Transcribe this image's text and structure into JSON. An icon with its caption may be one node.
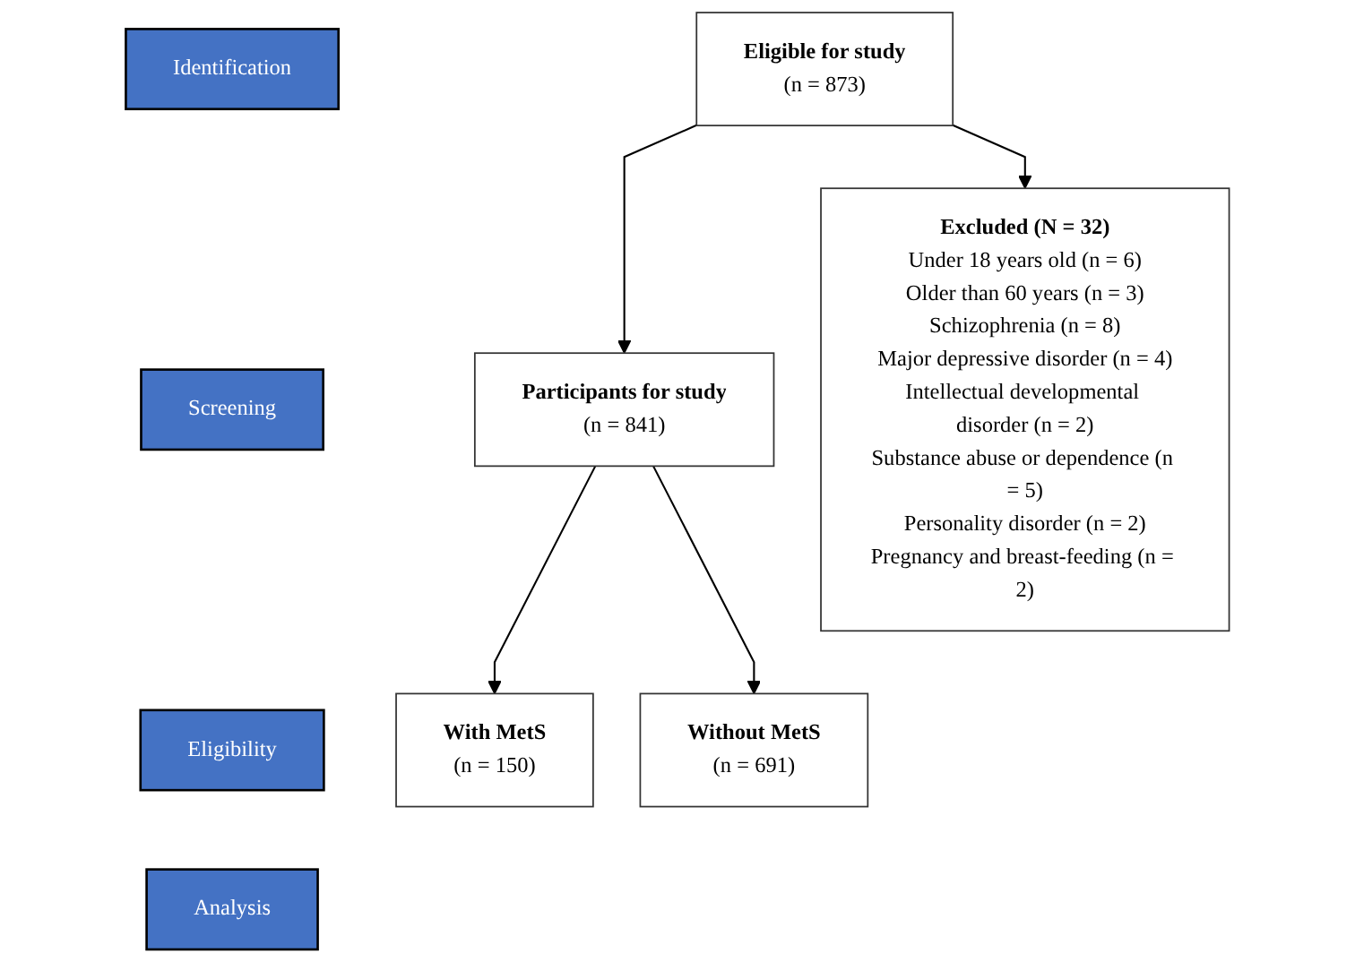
{
  "diagram": {
    "nodes": [
      {
        "text": [
          "Identification"
        ]
      },
      {
        "text": [
          "Screening"
        ]
      },
      {
        "text": [
          "Eligibility"
        ]
      },
      {
        "text": [
          "Analysis"
        ]
      },
      {
        "text": [
          "Eligible for study",
          "(n = 873)"
        ]
      },
      {
        "text": [
          "Excluded (N = 32)",
          "Under 18 years old (n = 6)",
          "Older than 60 years (n = 3)",
          "Schizophrenia (n = 8)",
          "Major depressive disorder (n = 4)",
          "Intellectual developmental disorder (n = 2)",
          "Substance abuse or dependence (n = 5)",
          "Personality disorder (n = 2)",
          "Pregnancy and breast-feeding (n = 2)"
        ]
      },
      {
        "text": [
          "Participants for study",
          "(n = 841)"
        ]
      },
      {
        "text": [
          "With MetS",
          "(n = 150)"
        ]
      },
      {
        "text": [
          "Without MetS",
          "(n = 691)"
        ]
      }
    ],
    "edges": [
      {
        "from": 4,
        "to": 6,
        "arrow": "to"
      },
      {
        "from": 4,
        "to": 5,
        "arrow": "to"
      },
      {
        "from": 6,
        "to": 7,
        "arrow": "to"
      },
      {
        "from": 6,
        "to": 8,
        "arrow": "to"
      }
    ]
  }
}
